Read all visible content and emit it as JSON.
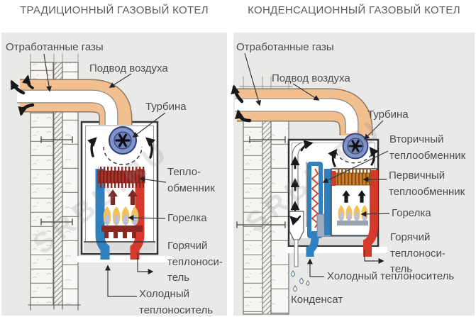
{
  "palette": {
    "pipe_orange": "#f1bf90",
    "turbine_blue": "#8094c9",
    "turbine_blue_dark": "#2c3c74",
    "hot_red": "#d5392b",
    "cold_blue": "#2f80bf",
    "exchanger_red": "#a33028",
    "exchanger_orange": "#cd8031",
    "flame_yellow": "#f3c159",
    "flame_blue": "#b5c0e7",
    "maroon_arrow": "#7b2a24",
    "duct_gray": "#9daec2",
    "panel_bg": "#e9e9e7",
    "title_color": "#5a5b5d",
    "label_color": "#4c4c4c"
  },
  "watermark_text": "SRBU.RU",
  "left": {
    "title": "ТРАДИЦИОННЫЙ ГАЗОВЫЙ КОТЕЛ",
    "labels": {
      "exhaust": "Отработанные газы",
      "air": "Подвод воздуха",
      "turbine": "Турбина",
      "heat_exchanger": "Тепло-\nобменник",
      "burner": "Горелка",
      "hot": "Горячий\nтеплоноси-\nтель",
      "cold": "Холодный\nтеплоноситель"
    }
  },
  "right": {
    "title": "КОНДЕНСАЦИОННЫЙ ГАЗОВЫЙ КОТЕЛ",
    "labels": {
      "exhaust": "Отработанные газы",
      "air": "Подвод воздуха",
      "turbine": "Турбина",
      "secondary_hx": "Вторичный\nтеплообменник",
      "primary_hx": "Первичный\nтеплообменник",
      "burner": "Горелка",
      "hot": "Горячий\nтеплоноси-\nтель",
      "cold": "Холодный теплоноситель",
      "condensate": "Конденсат"
    }
  }
}
